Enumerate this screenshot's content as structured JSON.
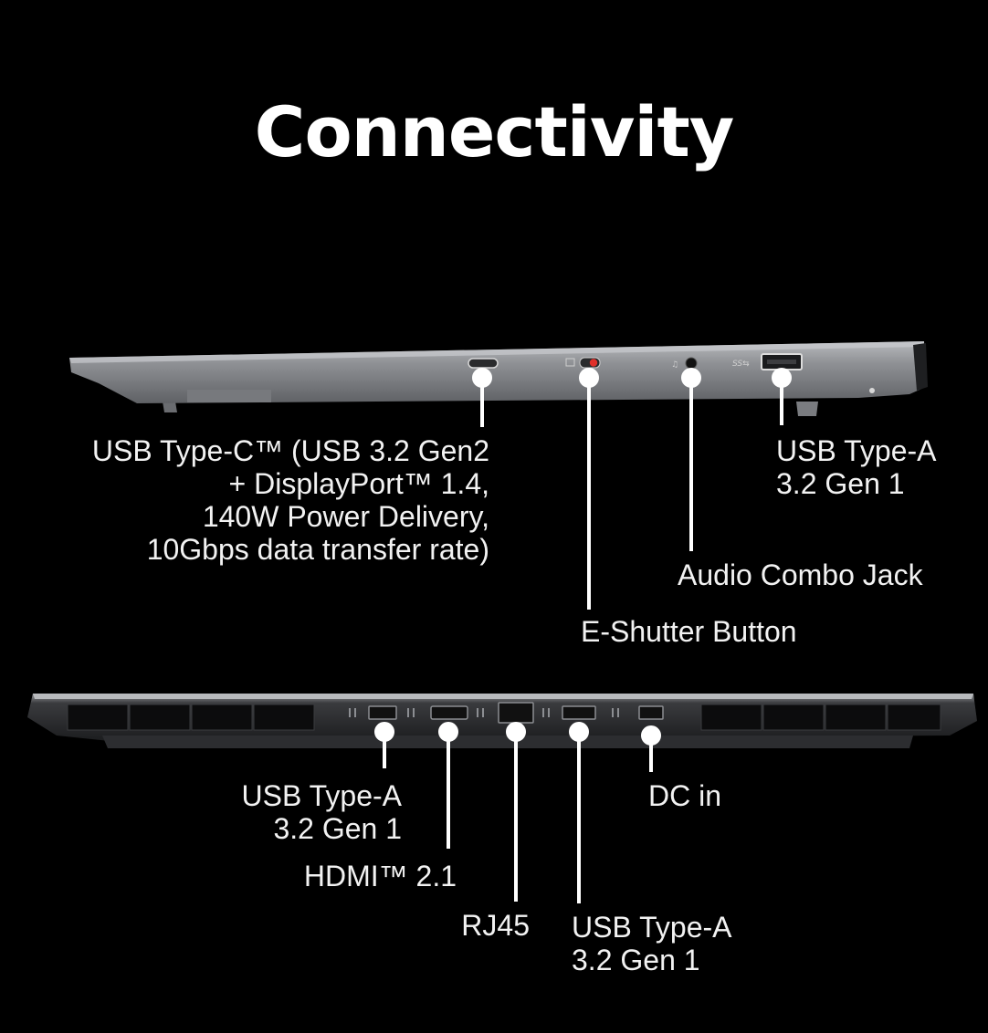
{
  "title": "Connectivity",
  "colors": {
    "background": "#000000",
    "text": "#ffffff",
    "chassis": "#8e9094",
    "callout": "#ffffff",
    "shutter": "#e0302a"
  },
  "side_view": {
    "ports": [
      {
        "id": "usb-c",
        "lines": [
          "USB Type-C™ (USB 3.2 Gen2",
          "+ DisplayPort™ 1.4,",
          "140W Power Delivery,",
          "10Gbps data transfer rate)"
        ]
      },
      {
        "id": "e-shutter",
        "lines": [
          "E-Shutter Button"
        ]
      },
      {
        "id": "audio",
        "lines": [
          "Audio Combo Jack"
        ]
      },
      {
        "id": "usb-a",
        "lines": [
          "USB Type-A",
          "3.2 Gen 1"
        ]
      }
    ]
  },
  "rear_view": {
    "ports": [
      {
        "id": "usb-a-1",
        "lines": [
          "USB Type-A",
          "3.2 Gen 1"
        ]
      },
      {
        "id": "hdmi",
        "lines": [
          "HDMI™ 2.1"
        ]
      },
      {
        "id": "rj45",
        "lines": [
          "RJ45"
        ]
      },
      {
        "id": "usb-a-2",
        "lines": [
          "USB Type-A",
          "3.2 Gen 1"
        ]
      },
      {
        "id": "dc-in",
        "lines": [
          "DC in"
        ]
      }
    ]
  }
}
